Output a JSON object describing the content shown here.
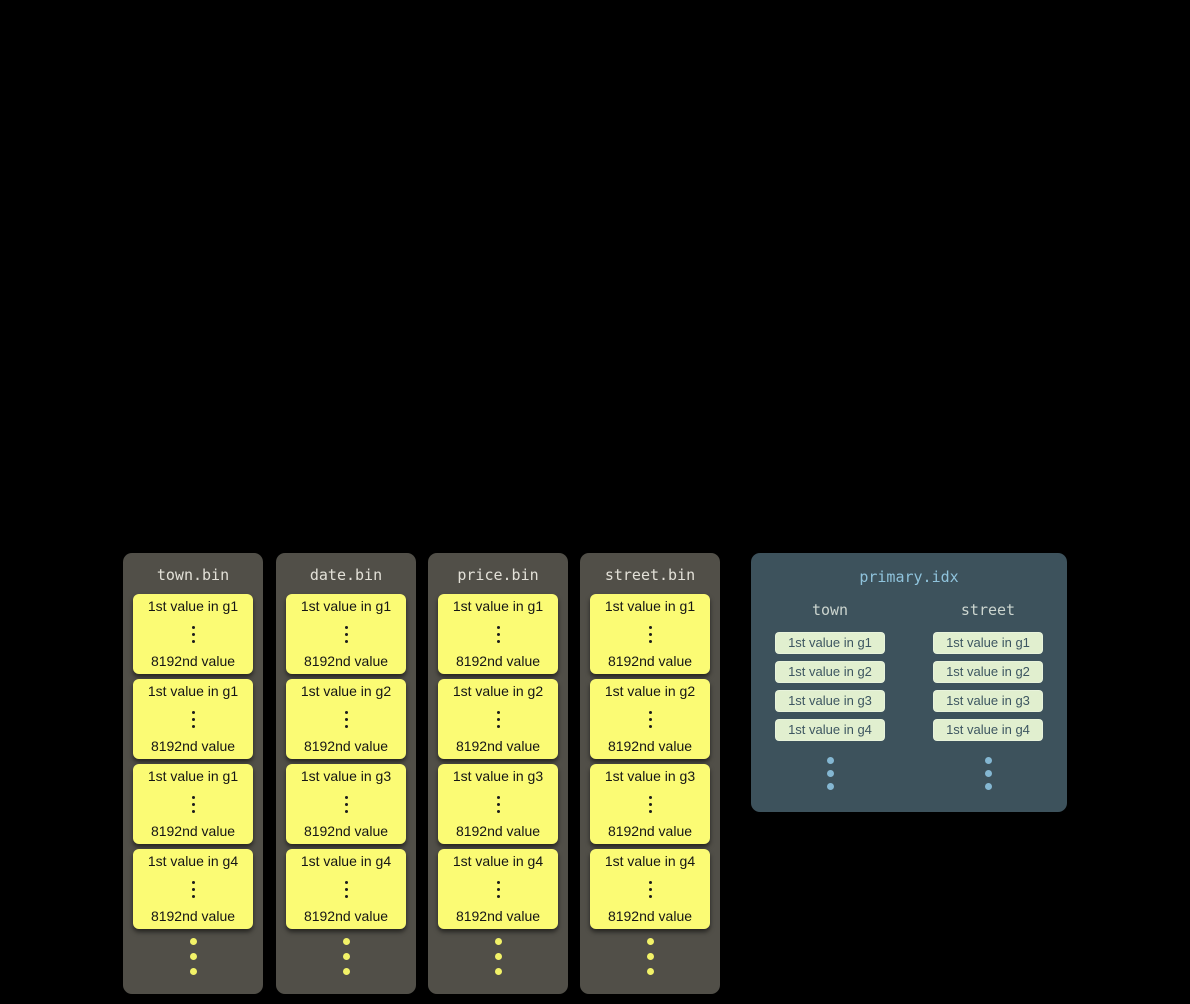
{
  "bin_files": [
    {
      "title": "town.bin",
      "granules": [
        {
          "first": "1st value in g1",
          "last": "8192nd value"
        },
        {
          "first": "1st value in g1",
          "last": "8192nd value"
        },
        {
          "first": "1st value in g1",
          "last": "8192nd value"
        },
        {
          "first": "1st value in g4",
          "last": "8192nd value"
        }
      ]
    },
    {
      "title": "date.bin",
      "granules": [
        {
          "first": "1st value in g1",
          "last": "8192nd value"
        },
        {
          "first": "1st value in g2",
          "last": "8192nd value"
        },
        {
          "first": "1st value in g3",
          "last": "8192nd value"
        },
        {
          "first": "1st value in g4",
          "last": "8192nd value"
        }
      ]
    },
    {
      "title": "price.bin",
      "granules": [
        {
          "first": "1st value in g1",
          "last": "8192nd value"
        },
        {
          "first": "1st value in g2",
          "last": "8192nd value"
        },
        {
          "first": "1st value in g3",
          "last": "8192nd value"
        },
        {
          "first": "1st value in g4",
          "last": "8192nd value"
        }
      ]
    },
    {
      "title": "street.bin",
      "granules": [
        {
          "first": "1st value in g1",
          "last": "8192nd value"
        },
        {
          "first": "1st value in g2",
          "last": "8192nd value"
        },
        {
          "first": "1st value in g3",
          "last": "8192nd value"
        },
        {
          "first": "1st value in g4",
          "last": "8192nd value"
        }
      ]
    }
  ],
  "index_panel": {
    "title": "primary.idx",
    "columns": [
      {
        "header": "town",
        "entries": [
          "1st value in g1",
          "1st value in g2",
          "1st value in g3",
          "1st value in g4"
        ]
      },
      {
        "header": "street",
        "entries": [
          "1st value in g1",
          "1st value in g2",
          "1st value in g3",
          "1st value in g4"
        ]
      }
    ]
  },
  "colors": {
    "background": "#000000",
    "bin_column_bg": "#514f48",
    "granule_bg": "#fbfb74",
    "index_panel_bg": "#3d525c",
    "index_title": "#8fc3dc",
    "chip_bg": "#e1efcf",
    "chip_text": "#3d5661",
    "blue_dot": "#84b7d2",
    "yellow_dot": "#f2f268"
  }
}
